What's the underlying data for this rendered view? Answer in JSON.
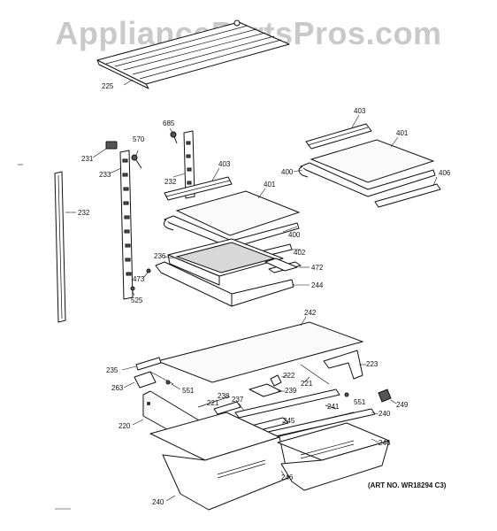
{
  "watermark": "AppliancePartsPros.com",
  "art_number": "(ART NO. WR18294 C3)",
  "callouts": {
    "c225": "225",
    "c685": "685",
    "c570": "570",
    "c231": "231",
    "c233": "233",
    "c232a": "232",
    "c232b": "232",
    "c403a": "403",
    "c401a": "401",
    "c400a": "400",
    "c402": "402",
    "c472": "472",
    "c244": "244",
    "c236": "236",
    "c473": "473",
    "c525": "525",
    "c403b": "403",
    "c401b": "401",
    "c400b": "400",
    "c406": "406",
    "c242": "242",
    "c235": "235",
    "c263": "263",
    "c551a": "551",
    "c222": "222",
    "c239": "239",
    "c223": "223",
    "c221a": "221",
    "c221b": "221",
    "c238": "238",
    "c237": "237",
    "c241": "241",
    "c551b": "551",
    "c249": "249",
    "c220": "220",
    "c245": "245",
    "c240a": "240",
    "c246a": "246",
    "c246b": "246",
    "c240b": "240"
  }
}
